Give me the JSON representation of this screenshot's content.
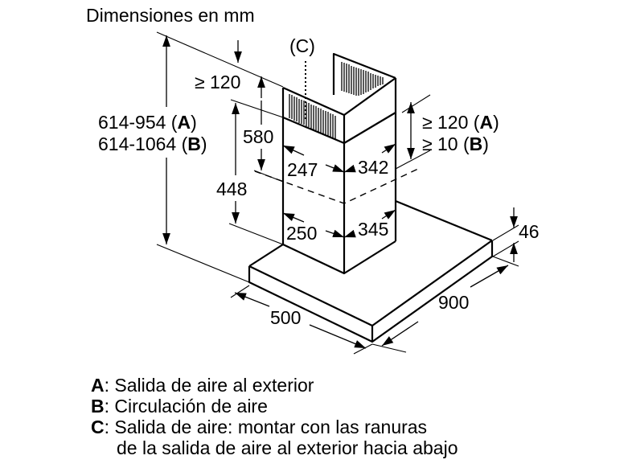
{
  "title": "Dimensiones en mm",
  "callout_c": "(C)",
  "dimensions": {
    "total_height_a": "614-954",
    "total_height_a_key": "A",
    "total_height_b": "614-1064",
    "total_height_b_key": "B",
    "ceiling_gap": "≥ 120",
    "upper_chimney": "580",
    "lower_chimney": "448",
    "upper_width": "247",
    "upper_depth": "342",
    "lower_width": "250",
    "lower_depth": "345",
    "overlap_a": "≥ 120",
    "overlap_a_key": "A",
    "overlap_b": "≥ 10",
    "overlap_b_key": "B",
    "canopy_thickness": "46",
    "canopy_depth": "500",
    "canopy_width": "900"
  },
  "legend": [
    {
      "key": "A",
      "text": ": Salida de aire al exterior"
    },
    {
      "key": "B",
      "text": ": Circulación de aire"
    },
    {
      "key": "C",
      "text": ": Salida de aire: montar con las ranuras"
    },
    {
      "key": "",
      "text": "de la salida de aire al exterior hacia abajo"
    }
  ]
}
